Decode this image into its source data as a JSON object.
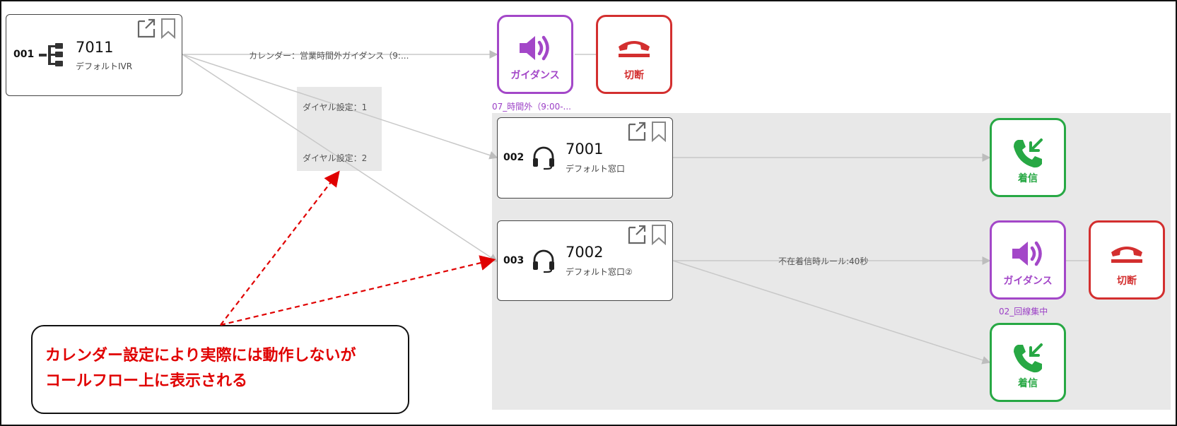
{
  "nodes": [
    {
      "num": "001",
      "ext": "7011",
      "sub": "デフォルトIVR"
    },
    {
      "num": "002",
      "ext": "7001",
      "sub": "デフォルト窓口"
    },
    {
      "num": "003",
      "ext": "7002",
      "sub": "デフォルト窓口②"
    }
  ],
  "edge_labels": {
    "calendar": "カレンダー：営業時間外ガイダンス（9:...",
    "dial1": "ダイヤル設定：1",
    "dial2": "ダイヤル設定：2",
    "absent": "不在着信時ルール:40秒"
  },
  "actions": {
    "guidance": "ガイダンス",
    "disconnect": "切断",
    "incoming": "着信"
  },
  "guidance_sublabels": {
    "top": "07_時間外（9:00-...",
    "bottom": "02_回線集中"
  },
  "callout": "カレンダー設定により実際には動作しないが\nコールフロー上に表示される",
  "colors": {
    "guidance": "#a347c8",
    "disconnect": "#d32f2f",
    "incoming": "#27a844",
    "callout_text": "#e00000",
    "edge": "#c8c8c8"
  },
  "icons": [
    "ivr-tree-icon",
    "headset-icon",
    "external-link-icon",
    "bookmark-icon",
    "speaker-icon",
    "hangup-icon",
    "incoming-call-icon"
  ]
}
